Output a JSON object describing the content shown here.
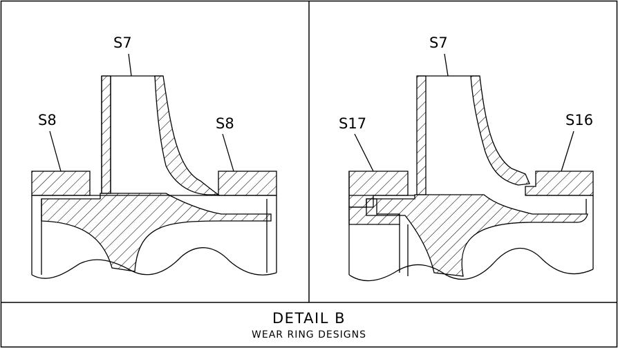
{
  "left_panel": {
    "impeller_label": "S7",
    "left_ring_label": "S8",
    "right_ring_label": "S8"
  },
  "right_panel": {
    "impeller_label": "S7",
    "left_ring_label": "S17",
    "right_ring_label": "S16"
  },
  "caption": {
    "title": "DETAIL B",
    "subtitle": "WEAR RING DESIGNS"
  }
}
